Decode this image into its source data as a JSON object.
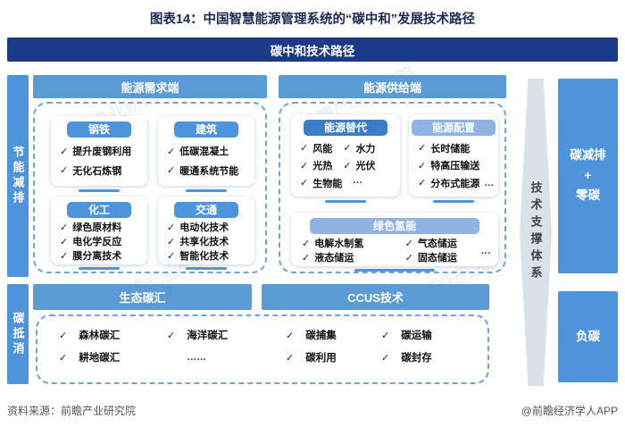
{
  "title": "图表14：中国智慧能源管理系统的“碳中和”发展技术路径",
  "banner": {
    "label": "碳中和技术路径"
  },
  "icons": {
    "check": "✓"
  },
  "colors": {
    "banner_navy": "#1c3a8a",
    "section_header_blue": "#5b9bd5",
    "accent_blue": "#4e94dd",
    "dark_pill_blue": "#3d7cc9",
    "light_pill_blue": "#8fb4e3",
    "support_gray": "#dce1e8"
  },
  "rails": [
    {
      "label": "节能减排"
    },
    {
      "label": "碳抵消"
    }
  ],
  "demand": {
    "header": "能源需求端",
    "cards": [
      {
        "title": "钢铁",
        "items": [
          "提升废钢利用",
          "无化石炼钢"
        ]
      },
      {
        "title": "建筑",
        "items": [
          "低碳混凝土",
          "暖通系统节能"
        ]
      },
      {
        "title": "化工",
        "items": [
          "绿色原材料",
          "电化学反应",
          "膜分离技术"
        ]
      },
      {
        "title": "交通",
        "items": [
          "电动化技术",
          "共享化技术",
          "智能化技术"
        ]
      }
    ]
  },
  "supply": {
    "header": "能源供给端",
    "alt": {
      "title": "能源替代",
      "rows": [
        [
          "风能",
          "水力"
        ],
        [
          "光热",
          "光伏"
        ]
      ],
      "last": "生物能",
      "more": "···"
    },
    "config": {
      "title": "能源配置",
      "items": [
        "长时储能",
        "特高压输送",
        "分布式能源"
      ],
      "more": "…"
    },
    "h2": {
      "title": "绿色氢能",
      "items": [
        "电解水制氢",
        "气态储运",
        "液态储运",
        "固态储运"
      ],
      "more": "···"
    }
  },
  "support": {
    "label": "技术支撑体系"
  },
  "results": [
    {
      "lines": [
        "碳减排",
        "+",
        "零碳"
      ]
    },
    {
      "lines": [
        "负碳"
      ]
    }
  ],
  "bottom": {
    "eco": {
      "header": "生态碳汇",
      "items": [
        "森林碳汇",
        "海洋碳汇",
        "耕地碳汇"
      ],
      "more": "……"
    },
    "ccus": {
      "header": "CCUS技术",
      "items": [
        "碳捕集",
        "碳运输",
        "碳利用",
        "碳封存"
      ]
    }
  },
  "watermark": {
    "text": "前瞻产业研究院"
  },
  "footer": {
    "source": "资料来源：前瞻产业研究院",
    "credit": "@前瞻经济学人APP"
  }
}
